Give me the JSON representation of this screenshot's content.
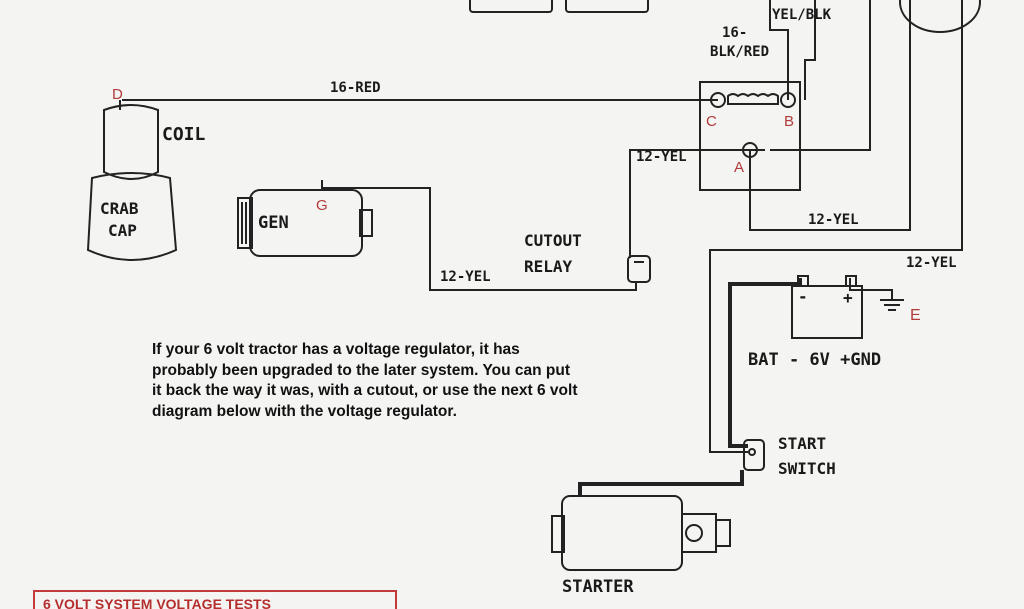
{
  "wire_labels": {
    "yel_blk": "YEL/BLK",
    "blk_red_gauge": "16-",
    "blk_red": "BLK/RED",
    "red_16": "16-RED",
    "yel_12_a": "12-YEL",
    "yel_12_b": "12-YEL",
    "yel_12_c": "12-YEL",
    "yel_12_d": "12-YEL"
  },
  "components": {
    "coil": "COIL",
    "crab_cap_line1": "CRAB",
    "crab_cap_line2": "CAP",
    "gen": "GEN",
    "cutout_line1": "CUTOUT",
    "cutout_line2": "RELAY",
    "battery": "BAT - 6V +GND",
    "start_line1": "START",
    "start_line2": "SWITCH",
    "starter": "STARTER"
  },
  "terminals": {
    "d": "D",
    "c": "C",
    "b": "B",
    "a": "A",
    "g": "G",
    "e": "E",
    "minus": "-",
    "plus": "+"
  },
  "note_lines": [
    "If your 6 volt tractor has a voltage regulator, it has",
    "probably been upgraded to the later system. You can put",
    "it back the way it was, with a cutout, or use the next 6 volt",
    "diagram below with the voltage regulator."
  ],
  "tests_box_title": "6 VOLT SYSTEM VOLTAGE TESTS",
  "colors": {
    "wire": "#222222",
    "terminal_letter": "#b13a3a",
    "box_border": "#c23a3a"
  }
}
